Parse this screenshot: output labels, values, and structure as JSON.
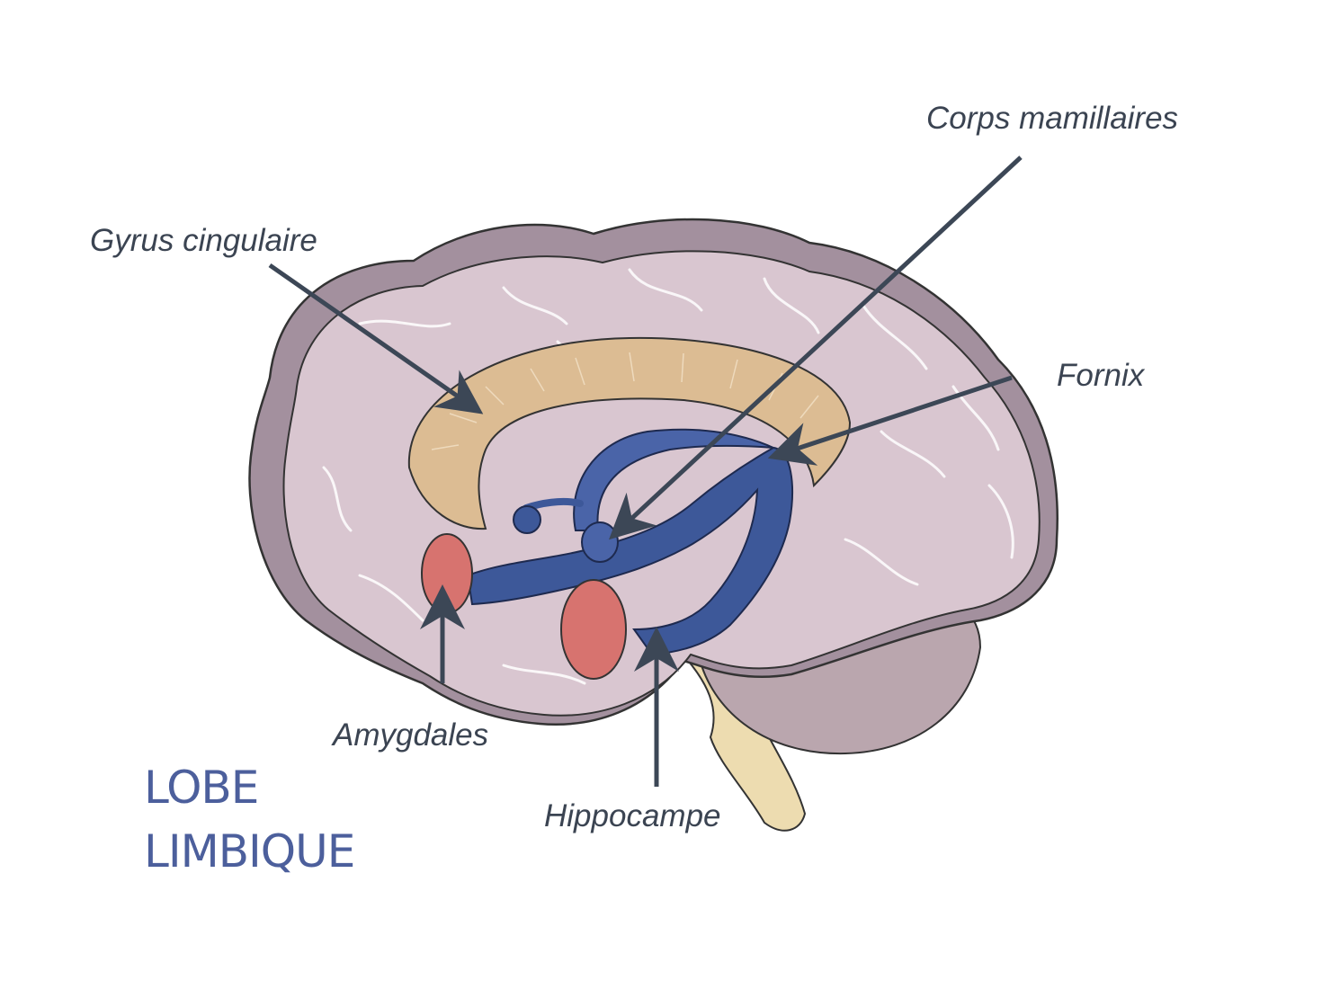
{
  "labels": {
    "corps_mamillaires": "Corps mamillaires",
    "gyrus_cingulaire": "Gyrus cingulaire",
    "fornix": "Fornix",
    "amygdales": "Amygdales",
    "hippocampe": "Hippocampe"
  },
  "title": {
    "line1": "LOBE",
    "line2": "LIMBIQUE"
  },
  "colors": {
    "title": "#4c5f9c",
    "label_text": "#3b4452",
    "arrow": "#3c4756",
    "brain_fill": "#d9c6d0",
    "brain_outer": "#a3909e",
    "cingulate": "#dcbc93",
    "fornix_blue": "#3d5899",
    "amygdala": "#d7736f",
    "brainstem": "#eddcb0",
    "cerebellum": "#baa6ae"
  }
}
